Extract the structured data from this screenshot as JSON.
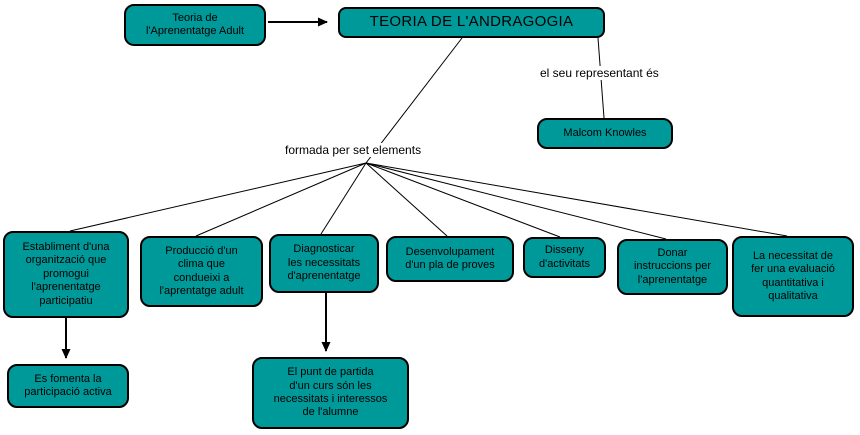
{
  "map": {
    "nodes": {
      "adult_learning": "Teoria de\nl'Aprenentatge Adult",
      "main_title": "TEORIA DE L'ANDRAGOGIA",
      "knowles": "Malcom Knowles",
      "establiment": "Establiment d'una\norganització que\npromogui\nl'aprenentatge\nparticipatiu",
      "produccio": "Producció d'un\nclima que\ncondueixi a\nl'aprentatge adult",
      "diagnosticar": "Diagnosticar\nles necessitats\nd'aprenentatge",
      "desenvolupament": "Desenvolupament\nd'un pla de proves",
      "disseny": "Disseny\nd'activitats",
      "donar": "Donar\ninstruccions per\nl'aprenentatge",
      "necessitat": "La necessitat de\nfer una evaluació\nquantitativa i\nqualitativa",
      "fomenta": "Es fomenta la\nparticipació activa",
      "punt_partida": "El punt de partida\nd'un curs són les\nnecessitats i interessos\nde l'alumne"
    },
    "link_labels": {
      "representant": "el seu representant és",
      "elements": "formada per set elements"
    }
  },
  "colors": {
    "node_fill": "#009999",
    "node_border": "#000000",
    "connector": "#000000"
  }
}
